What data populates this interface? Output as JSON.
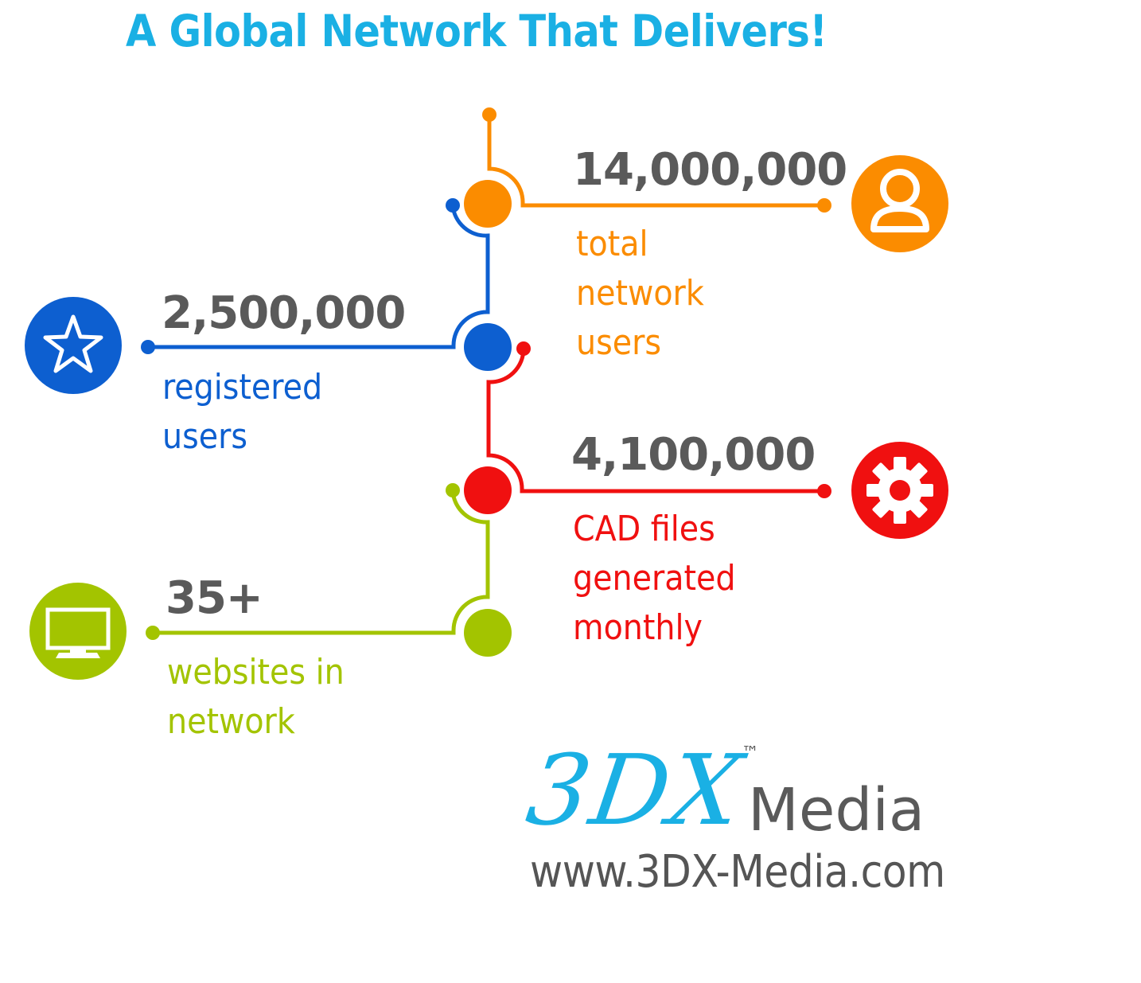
{
  "title": "A Global Network That Delivers!",
  "colors": {
    "title": "#1ab0e4",
    "orange": "#fb8c00",
    "blue": "#0d5fd0",
    "red": "#f01010",
    "green": "#a3c400",
    "gray": "#5a5a5a"
  },
  "stats": [
    {
      "number": "14,000,000",
      "desc": [
        "total",
        "network",
        "users"
      ],
      "icon": "user-icon",
      "color": "orange"
    },
    {
      "number": "2,500,000",
      "desc": [
        "registered",
        "users"
      ],
      "icon": "star-icon",
      "color": "blue"
    },
    {
      "number": "4,100,000",
      "desc": [
        "CAD files",
        "generated",
        "monthly"
      ],
      "icon": "gear-icon",
      "color": "red"
    },
    {
      "number": "35+",
      "desc": [
        "websites in",
        "network"
      ],
      "icon": "monitor-icon",
      "color": "green"
    }
  ],
  "logo": {
    "mark": "3DX",
    "tm": "™",
    "name": "Media",
    "url": "www.3DX-Media.com"
  }
}
